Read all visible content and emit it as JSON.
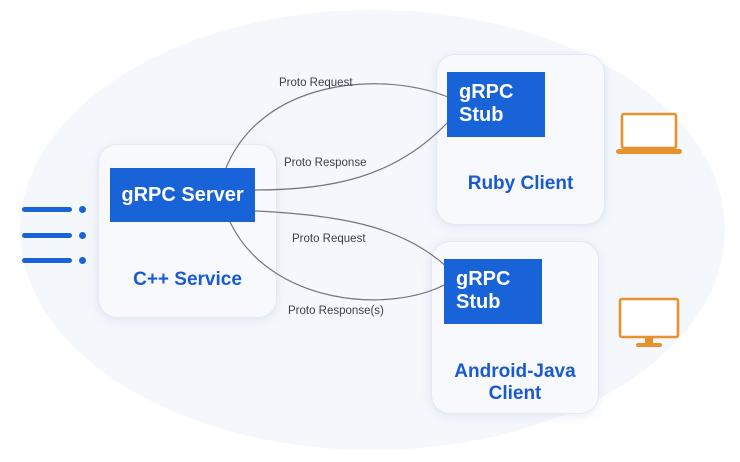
{
  "server": {
    "box_label": "gRPC Server",
    "service_label": "C++ Service"
  },
  "ruby": {
    "stub_line1": "gRPC",
    "stub_line2": "Stub",
    "client_label": "Ruby Client"
  },
  "android": {
    "stub_line1": "gRPC",
    "stub_line2": "Stub",
    "client_line1": "Android-Java",
    "client_line2": "Client"
  },
  "edges": {
    "ruby_request": "Proto Request",
    "ruby_response": "Proto Response",
    "android_request": "Proto Request",
    "android_response": "Proto Response(s)"
  },
  "icons": {
    "server_feed": "list-lines-icon",
    "ruby_device": "laptop-icon",
    "android_device": "monitor-icon"
  },
  "colors": {
    "primary_blue": "#1963d8",
    "label_blue": "#1a5ad1",
    "device_orange": "#e8922e"
  }
}
